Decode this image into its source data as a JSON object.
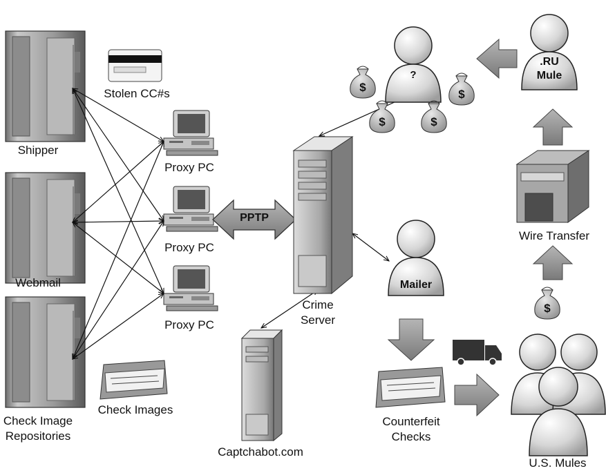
{
  "labels": {
    "shipper": "Shipper",
    "webmail": "Webmail",
    "check_image_repositories_1": "Check Image",
    "check_image_repositories_2": "Repositories",
    "stolen_cc": "Stolen CC#s",
    "check_images": "Check Images",
    "proxy_pc_1": "Proxy PC",
    "proxy_pc_2": "Proxy PC",
    "proxy_pc_3": "Proxy PC",
    "pptp": "PPTP",
    "crime_server_1": "Crime",
    "crime_server_2": "Server",
    "captchabot": "Captchabot.com",
    "unknown_person": "?",
    "ru_mule_1": ".RU",
    "ru_mule_2": "Mule",
    "mailer": "Mailer",
    "wire_transfer": "Wire Transfer",
    "counterfeit_checks_1": "Counterfeit",
    "counterfeit_checks_2": "Checks",
    "us_mules": "U.S. Mules",
    "money_symbol": "$"
  },
  "icons": [
    "server-rack-icon",
    "desktop-pc-icon",
    "tower-server-icon",
    "person-icon",
    "money-bag-icon",
    "bank-building-icon",
    "truck-icon",
    "credit-card-icon",
    "check-tray-icon",
    "arrow-icon"
  ],
  "colors": {
    "background": "#ffffff",
    "ink": "#111111",
    "arrow_fill": "#8f8f8f",
    "server_gray": "#9a9a9a"
  }
}
